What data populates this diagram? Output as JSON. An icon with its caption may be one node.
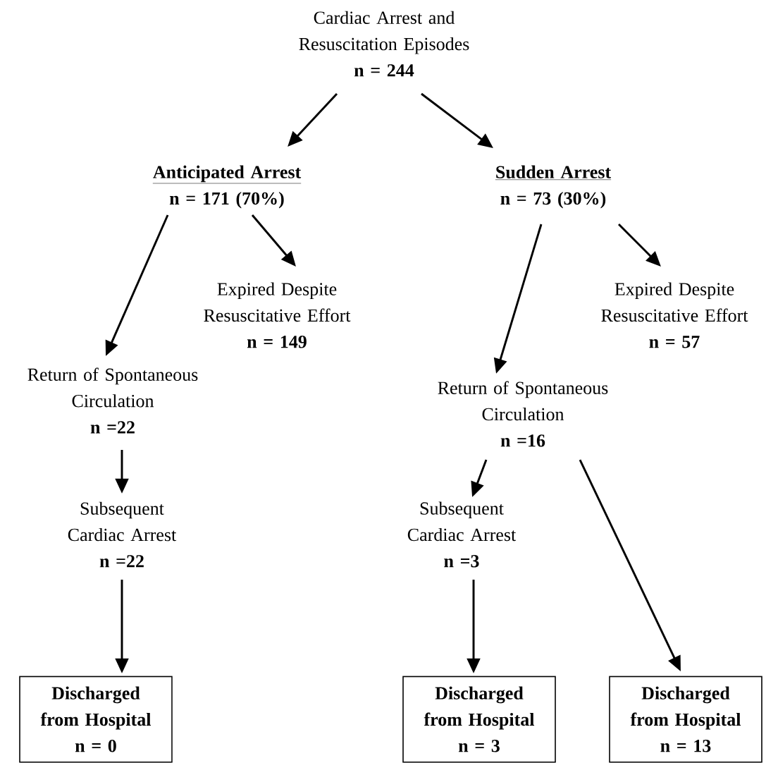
{
  "diagram": {
    "nodes": [
      {
        "text": [
          "Cardiac Arrest and Resuscitation Episodes",
          "n = 244"
        ]
      },
      {
        "text": [
          "Anticipated Arrest",
          "n = 171 (70%)"
        ]
      },
      {
        "text": [
          "Sudden Arrest",
          "n = 73 (30%)"
        ]
      },
      {
        "text": [
          "Expired Despite Resuscitative Effort",
          "n = 149"
        ]
      },
      {
        "text": [
          "Return of Spontaneous Circulation",
          "n =22"
        ]
      },
      {
        "text": [
          "Expired Despite Resuscitative Effort",
          "n = 57"
        ]
      },
      {
        "text": [
          "Return of Spontaneous Circulation",
          "n =16"
        ]
      },
      {
        "text": [
          "Subsequent Cardiac Arrest",
          "n =22"
        ]
      },
      {
        "text": [
          "Subsequent Cardiac Arrest",
          "n =3"
        ]
      },
      {
        "text": [
          "Discharged from Hospital",
          "n = 0"
        ]
      },
      {
        "text": [
          "Discharged from Hospital",
          "n = 3"
        ]
      },
      {
        "text": [
          "Discharged from Hospital",
          "n = 13"
        ]
      }
    ],
    "edges": [
      {
        "from": 0,
        "to": 1,
        "arrow": "to"
      },
      {
        "from": 0,
        "to": 2,
        "arrow": "to"
      },
      {
        "from": 1,
        "to": 4,
        "arrow": "to"
      },
      {
        "from": 1,
        "to": 3,
        "arrow": "to"
      },
      {
        "from": 2,
        "to": 6,
        "arrow": "to"
      },
      {
        "from": 2,
        "to": 5,
        "arrow": "to"
      },
      {
        "from": 4,
        "to": 7,
        "arrow": "to"
      },
      {
        "from": 7,
        "to": 9,
        "arrow": "to"
      },
      {
        "from": 6,
        "to": 8,
        "arrow": "to"
      },
      {
        "from": 6,
        "to": 11,
        "arrow": "to"
      },
      {
        "from": 8,
        "to": 10,
        "arrow": "to"
      }
    ]
  }
}
